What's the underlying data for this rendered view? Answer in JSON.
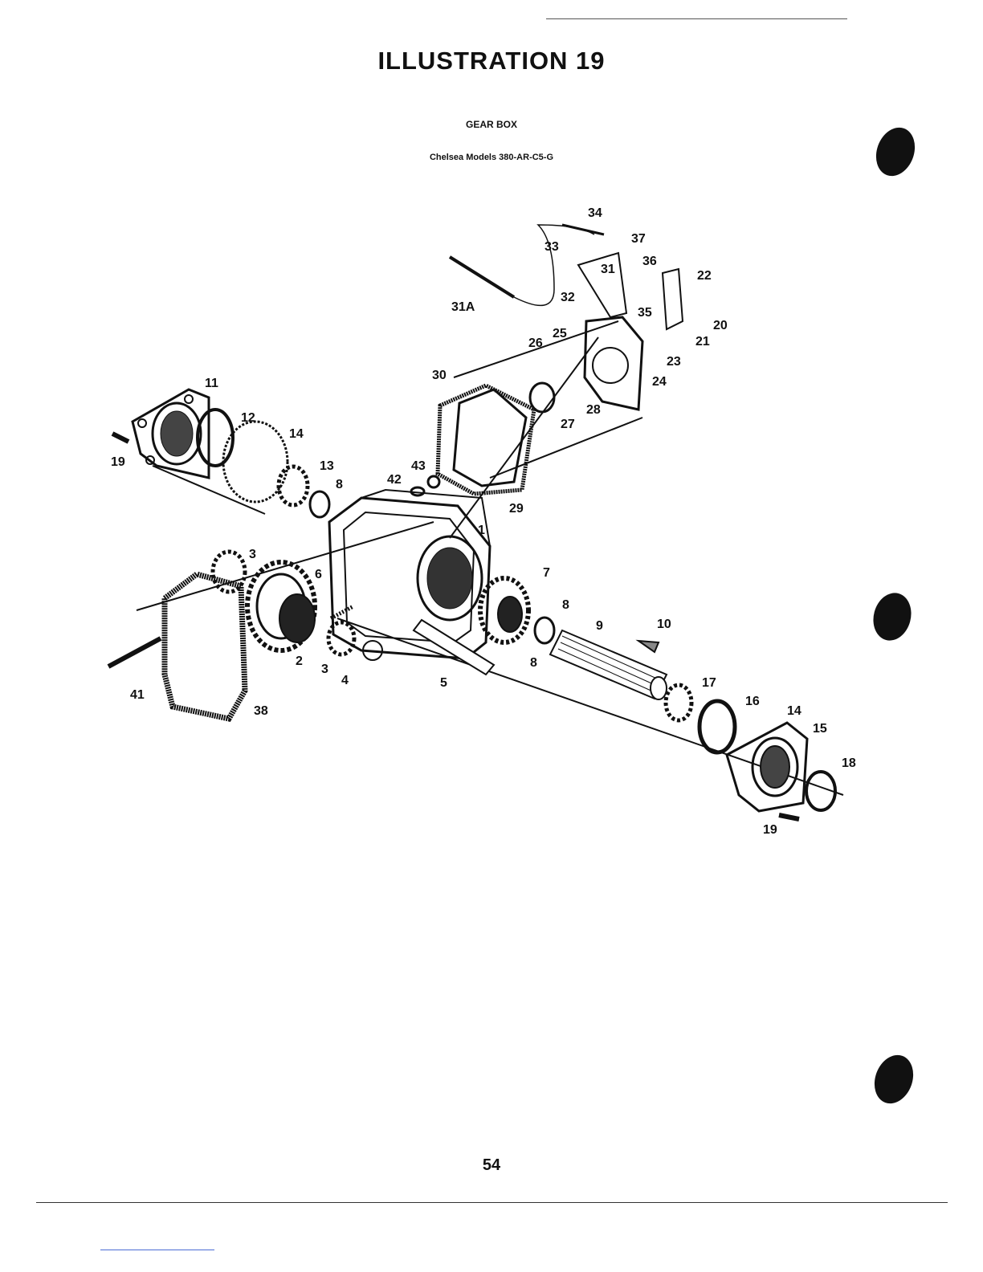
{
  "page": {
    "title": "ILLUSTRATION 19",
    "subtitle": "GEAR BOX",
    "models": "Chelsea Models 380-AR-C5-G",
    "page_number": "54"
  },
  "callouts": [
    "1",
    "2",
    "3",
    "3",
    "4",
    "5",
    "6",
    "7",
    "8",
    "8",
    "8",
    "9",
    "10",
    "11",
    "12",
    "13",
    "14",
    "14",
    "15",
    "16",
    "17",
    "18",
    "19",
    "19",
    "20",
    "21",
    "22",
    "23",
    "24",
    "25",
    "26",
    "27",
    "28",
    "29",
    "30",
    "31",
    "31A",
    "32",
    "33",
    "34",
    "35",
    "36",
    "37",
    "38",
    "41",
    "42",
    "43"
  ],
  "colors": {
    "ink": "#111111",
    "paper": "#ffffff",
    "link_rule": "#4a6cd4"
  }
}
